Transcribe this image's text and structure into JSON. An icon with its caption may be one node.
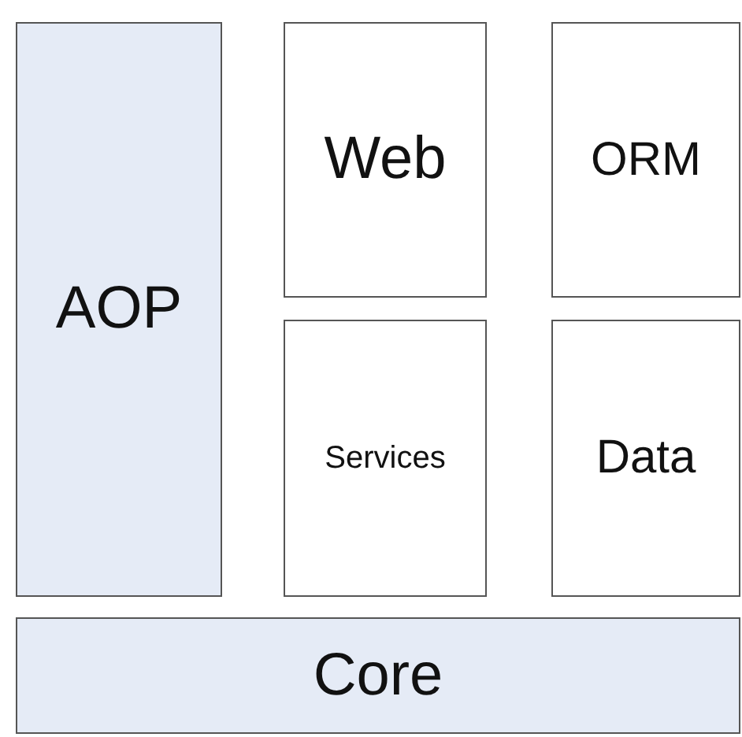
{
  "diagram": {
    "nodes": [
      {
        "text": [
          "AOP"
        ]
      },
      {
        "text": [
          "Web"
        ]
      },
      {
        "text": [
          "ORM"
        ]
      },
      {
        "text": [
          "Services"
        ]
      },
      {
        "text": [
          "Data"
        ]
      },
      {
        "text": [
          "Core"
        ]
      }
    ]
  }
}
